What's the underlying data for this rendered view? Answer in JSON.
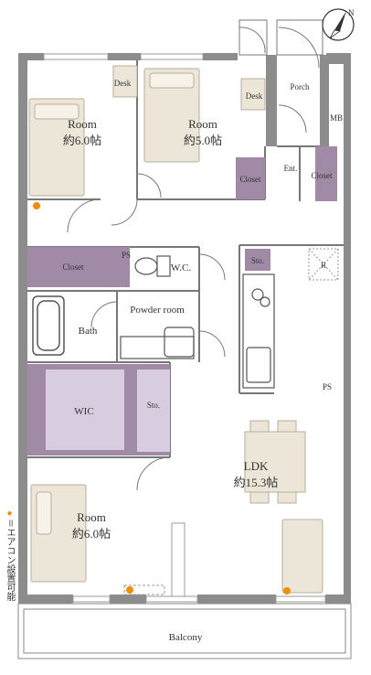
{
  "compass": {
    "label": "N"
  },
  "rooms": {
    "room_nw": {
      "name": "Room",
      "size": "約6.0帖"
    },
    "room_n": {
      "name": "Room",
      "size": "約5.0帖"
    },
    "room_sw": {
      "name": "Room",
      "size": "約6.0帖"
    },
    "ldk": {
      "name": "LDK",
      "size": "約15.3帖"
    },
    "porch": "Porch",
    "entrance": "Ent.",
    "powder_room": "Powder room",
    "bath": "Bath",
    "wc": "W.C.",
    "wic": "WIC",
    "balcony": "Balcony"
  },
  "fixtures": {
    "desk": "Desk",
    "closet": "Closet",
    "storage": "Sto.",
    "pipe_space": "PS",
    "meter_box": "MB",
    "refrigerator": "R"
  },
  "legend": {
    "marker": "●",
    "text": "＝エアコン設置可能"
  },
  "colors": {
    "wall": "#8c8c8c",
    "storage": "#a18aa6",
    "aircon": "#f28c00",
    "furniture": "#ece6d8"
  }
}
